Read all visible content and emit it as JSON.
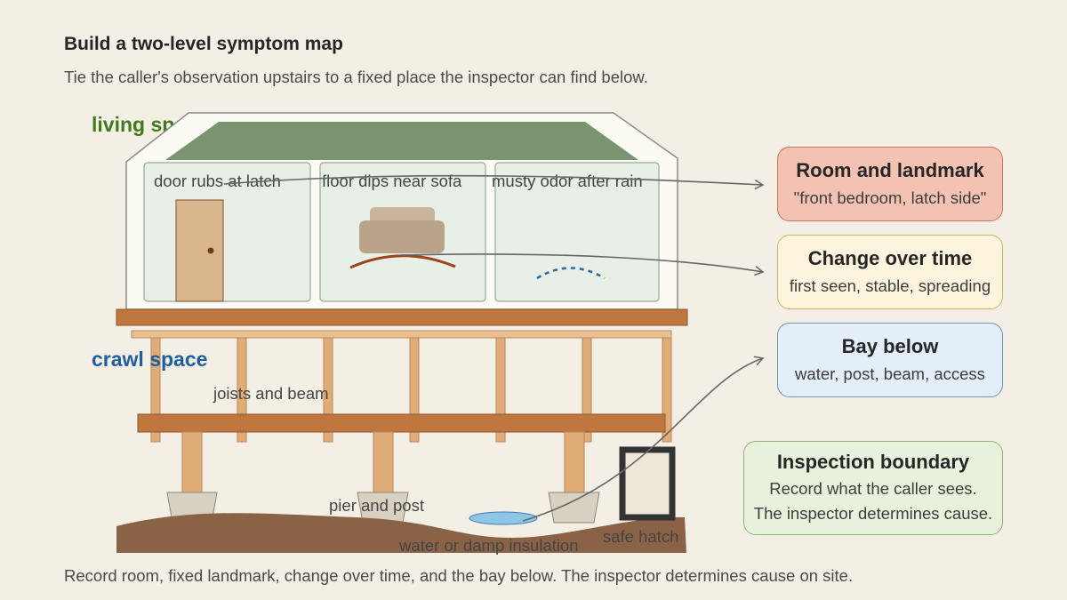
{
  "header": {
    "title": "Build a two-level symptom map",
    "subtitle": "Tie the caller's observation upstairs to a fixed place the inspector can find below."
  },
  "zones": {
    "living": "living space",
    "crawl": "crawl space"
  },
  "rooms": [
    {
      "label": "door rubs at latch"
    },
    {
      "label": "floor dips near sofa"
    },
    {
      "label": "musty odor after rain"
    }
  ],
  "crawl_labels": {
    "joists": "joists and beam",
    "pier": "pier and post",
    "water": "water or damp insulation",
    "hatch": "safe hatch"
  },
  "cards": {
    "room": {
      "title": "Room and landmark",
      "sub": "\"front bedroom, latch side\""
    },
    "change": {
      "title": "Change over time",
      "sub": "first seen, stable, spreading"
    },
    "bay": {
      "title": "Bay below",
      "sub": "water, post, beam, access"
    },
    "boundary": {
      "title": "Inspection boundary",
      "line1": "Record what the caller sees.",
      "line2": "The inspector determines cause."
    }
  },
  "footer": "Record room, fixed landmark, change over time, and the bay below. The inspector determines cause on site.",
  "colors": {
    "living_label": "#3f7a1e",
    "crawl_label": "#1f5fa0",
    "roof": "#7a9471",
    "wood": "#c0773f",
    "post": "#e0ac78",
    "ground": "#8a6347",
    "water": "#8ec6e8",
    "connector": "#666666"
  }
}
